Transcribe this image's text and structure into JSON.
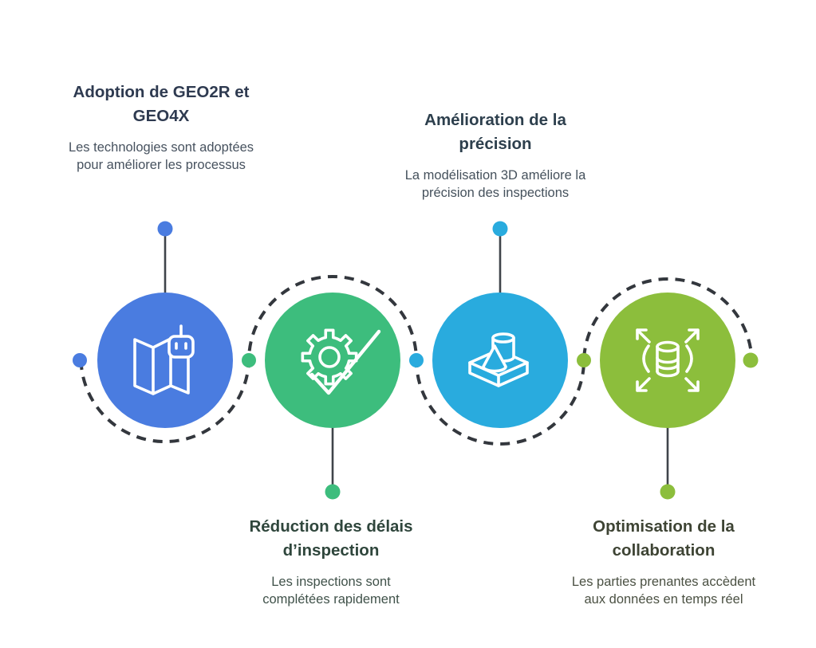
{
  "connector": {
    "style": "dashed",
    "color": "#33373D",
    "stem_color": "#3F444A"
  },
  "items": [
    {
      "title": "Adoption de GEO2R et GEO4X",
      "body": "Les technologies sont adoptées pour améliorer les processus",
      "color": "#4A7CE0",
      "title_color": "#2E3A50",
      "body_color": "#47525F",
      "icon": "map-robot-icon",
      "label_position": "top"
    },
    {
      "title": "Réduction des délais d’inspection",
      "body": "Les inspections sont complétées rapidement",
      "color": "#3DBD7D",
      "title_color": "#2F463C",
      "body_color": "#40524A",
      "icon": "gear-check-icon",
      "label_position": "bottom"
    },
    {
      "title": "Amélioration de la précision",
      "body": "La modélisation 3D améliore la précision des inspections",
      "color": "#29ABDE",
      "title_color": "#2D3F4D",
      "body_color": "#45515C",
      "icon": "3d-shapes-icon",
      "label_position": "top"
    },
    {
      "title": "Optimisation de la collaboration",
      "body": "Les parties prenantes accèdent aux données en temps réel",
      "color": "#8CBE3C",
      "title_color": "#3E4434",
      "body_color": "#4B5143",
      "icon": "data-expand-icon",
      "label_position": "bottom"
    }
  ]
}
